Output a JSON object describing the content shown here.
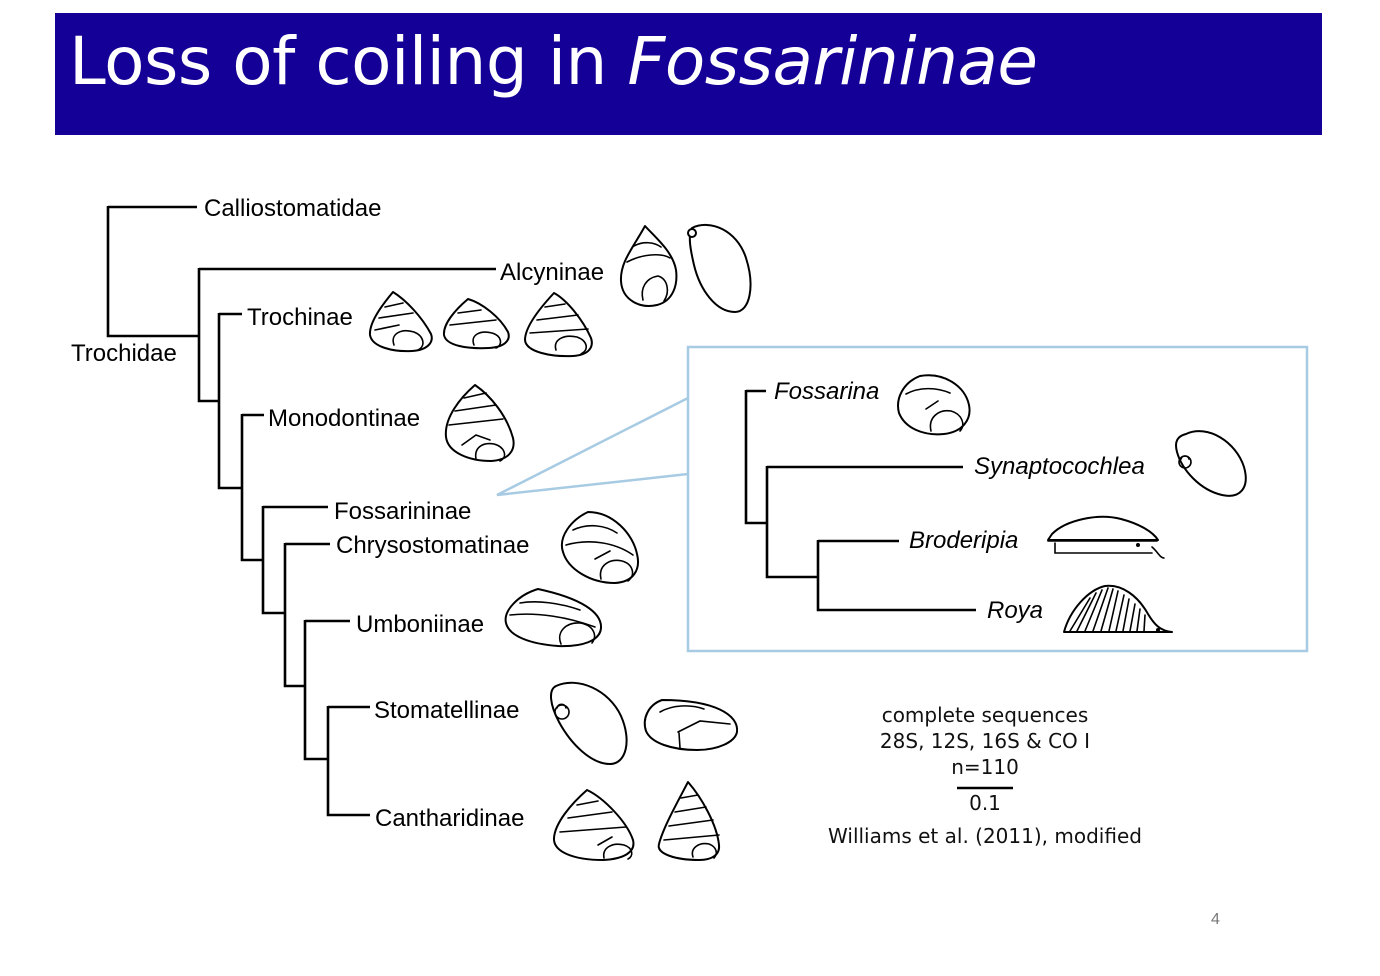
{
  "slide": {
    "title_main": "Loss of coiling in ",
    "title_italic": "Fossarininae",
    "page_number": "4",
    "colors": {
      "title_background": "#140096",
      "title_text": "#ffffff",
      "callout_border": "#a8cbe4"
    }
  },
  "tree": {
    "root": "Trochidae",
    "taxa": [
      "Calliostomatidae",
      "Alcyninae",
      "Trochinae",
      "Monodontinae",
      "Fossarininae",
      "Chrysostomatinae",
      "Umboniinae",
      "Stomatellinae",
      "Cantharidinae"
    ]
  },
  "inset": {
    "taxa": [
      "Fossarina",
      "Synaptocochlea",
      "Broderipia",
      "Roya"
    ]
  },
  "notes": {
    "line1": "complete sequences",
    "line2": "28S, 12S, 16S & CO I",
    "line3": "n=110",
    "scale_value": "0.1",
    "citation": "Williams et al. (2011), modified"
  },
  "icons": [
    "conical-shell-icon",
    "flat-ear-shell-icon",
    "cap-shell-icon",
    "limpet-shell-icon"
  ]
}
